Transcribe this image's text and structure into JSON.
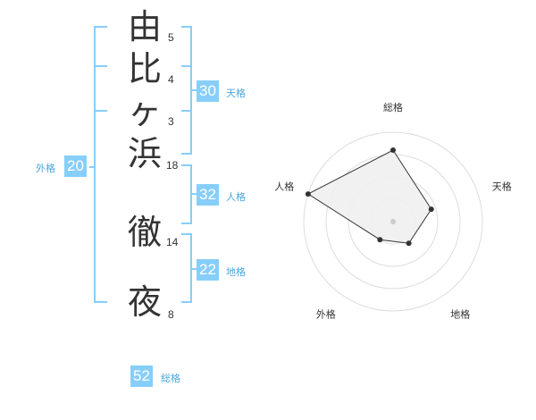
{
  "name": {
    "characters": [
      {
        "char": "由",
        "strokes": "5"
      },
      {
        "char": "比",
        "strokes": "4"
      },
      {
        "char": "ヶ",
        "strokes": "3"
      },
      {
        "char": "浜",
        "strokes": "18"
      },
      {
        "char": "徹",
        "strokes": "14"
      },
      {
        "char": "夜",
        "strokes": "8"
      }
    ]
  },
  "fortune": {
    "tenkaku": {
      "label": "天格",
      "value": "30"
    },
    "jinkaku": {
      "label": "人格",
      "value": "32"
    },
    "chikaku": {
      "label": "地格",
      "value": "22"
    },
    "gaikaku": {
      "label": "外格",
      "value": "20"
    },
    "soukaku": {
      "label": "総格",
      "value": "52"
    }
  },
  "radar": {
    "axes": [
      "総格",
      "天格",
      "地格",
      "外格",
      "人格"
    ],
    "values": [
      0.8,
      0.45,
      0.3,
      0.25,
      1.0
    ],
    "ring_count": 4,
    "line_color": "#333333",
    "fill_color": "#efefef",
    "ring_color": "#dddddd"
  },
  "colors": {
    "bracket": "#87cefa",
    "badge": "#87cefa"
  }
}
